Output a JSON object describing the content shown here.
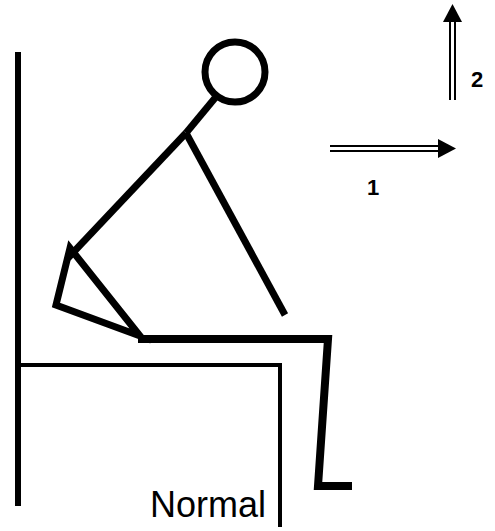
{
  "diagram": {
    "labels": [
      "2",
      "1",
      "Normal"
    ]
  }
}
